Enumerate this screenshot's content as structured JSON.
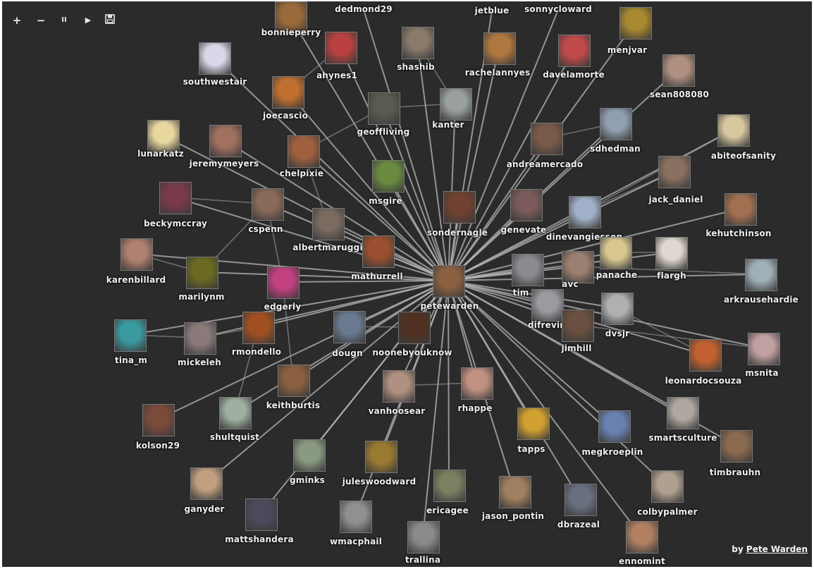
{
  "controls": [
    {
      "name": "zoom-in-button",
      "symbol": "+"
    },
    {
      "name": "zoom-out-button",
      "symbol": "−"
    },
    {
      "name": "pause-button",
      "symbol": "II"
    },
    {
      "name": "play-button",
      "symbol": "▶"
    },
    {
      "name": "save-button",
      "symbol": "save"
    }
  ],
  "credit": {
    "prefix": "by",
    "author": "Pete Warden"
  },
  "center": "petewarden",
  "nodes": [
    {
      "id": "bonnieperry",
      "label": "bonnieperry",
      "c": "#9a6a3a"
    },
    {
      "id": "dedmond29",
      "label": "dedmond29",
      "c": "#555"
    },
    {
      "id": "jetblue",
      "label": "jetblue",
      "c": "#3a5a8a"
    },
    {
      "id": "sonnycloward",
      "label": "sonnycloward",
      "c": "#666"
    },
    {
      "id": "menjvar",
      "label": "menjvar",
      "c": "#a88a30"
    },
    {
      "id": "ahynes1",
      "label": "ahynes1",
      "c": "#b84040"
    },
    {
      "id": "shashib",
      "label": "shashib",
      "c": "#8a7a6a"
    },
    {
      "id": "rachelannyes",
      "label": "rachelannyes",
      "c": "#b07840"
    },
    {
      "id": "davelamorte",
      "label": "davelamorte",
      "c": "#c04a4a"
    },
    {
      "id": "southwestair",
      "label": "southwestair",
      "c": "#d8d8e8"
    },
    {
      "id": "sean808080",
      "label": "sean808080",
      "c": "#b09080"
    },
    {
      "id": "joecascio",
      "label": "joecascio",
      "c": "#c07030"
    },
    {
      "id": "geoffliving",
      "label": "geoffliving",
      "c": "#5a5a50"
    },
    {
      "id": "kanter",
      "label": "kanter",
      "c": "#9aa0a0"
    },
    {
      "id": "lunarkatz",
      "label": "lunarkatz",
      "c": "#e8d8a0"
    },
    {
      "id": "jeremymeyers",
      "label": "jeremymeyers",
      "c": "#a07060"
    },
    {
      "id": "chelpixie",
      "label": "chelpixie",
      "c": "#a06040"
    },
    {
      "id": "sdhedman",
      "label": "sdhedman",
      "c": "#90a0b0"
    },
    {
      "id": "abiteofsanity",
      "label": "abiteofsanity",
      "c": "#d8c8a0"
    },
    {
      "id": "andreamercado",
      "label": "andreamercado",
      "c": "#7a5a4a"
    },
    {
      "id": "msgire",
      "label": "msgire",
      "c": "#6a8a40"
    },
    {
      "id": "jack_daniel",
      "label": "jack_daniel",
      "c": "#8a7060"
    },
    {
      "id": "beckymccray",
      "label": "beckymccray",
      "c": "#7a3a4a"
    },
    {
      "id": "cspenn",
      "label": "cspenn",
      "c": "#8a6a5a"
    },
    {
      "id": "sondernagle",
      "label": "sondernagle",
      "c": "#704030"
    },
    {
      "id": "genevate",
      "label": "genevate",
      "c": "#7a5a5a"
    },
    {
      "id": "dinevangiessen",
      "label": "dinevangiessen",
      "c": "#a0b0c8"
    },
    {
      "id": "kehutchinson",
      "label": "kehutchinson",
      "c": "#a07050"
    },
    {
      "id": "albertmaruggi",
      "label": "albertmaruggi",
      "c": "#7a6a60"
    },
    {
      "id": "mathurrell",
      "label": "mathurrell",
      "c": "#9a5030"
    },
    {
      "id": "panache",
      "label": "panache",
      "c": "#d8c890"
    },
    {
      "id": "flargh",
      "label": "flargh",
      "c": "#e0d8d0"
    },
    {
      "id": "karenbillard",
      "label": "karenbillard",
      "c": "#b08070"
    },
    {
      "id": "marilynm",
      "label": "marilynm",
      "c": "#6a6a20"
    },
    {
      "id": "edgerly",
      "label": "edgerly",
      "c": "#c04080"
    },
    {
      "id": "tim",
      "label": "tim",
      "c": "#8a8a90"
    },
    {
      "id": "avc",
      "label": "avc",
      "c": "#9a8070"
    },
    {
      "id": "arkrausehardie",
      "label": "arkrausehardie",
      "c": "#a0b0b8"
    },
    {
      "id": "tina_m",
      "label": "tina_m",
      "c": "#3a9aa0"
    },
    {
      "id": "mickeleh",
      "label": "mickeleh",
      "c": "#8a7a7a"
    },
    {
      "id": "rmondello",
      "label": "rmondello",
      "c": "#a05020"
    },
    {
      "id": "dougn",
      "label": "dougn",
      "c": "#6a7a90"
    },
    {
      "id": "noonebyouknow",
      "label": "noonebyouknow",
      "c": "#503020"
    },
    {
      "id": "difrevin",
      "label": "difrevin",
      "c": "#9a9aa0"
    },
    {
      "id": "jimhill",
      "label": "jimhill",
      "c": "#6a5040"
    },
    {
      "id": "dvsjr",
      "label": "dvsjr",
      "c": "#b0b0b0"
    },
    {
      "id": "msnita",
      "label": "msnita",
      "c": "#c0a0a0"
    },
    {
      "id": "leonardocsouza",
      "label": "leonardocsouza",
      "c": "#c06030"
    },
    {
      "id": "keithburtis",
      "label": "keithburtis",
      "c": "#8a6040"
    },
    {
      "id": "vanhoosear",
      "label": "vanhoosear",
      "c": "#b09080"
    },
    {
      "id": "rhappe",
      "label": "rhappe",
      "c": "#c09080"
    },
    {
      "id": "kolson29",
      "label": "kolson29",
      "c": "#7a4a3a"
    },
    {
      "id": "shultquist",
      "label": "shultquist",
      "c": "#a0b0a0"
    },
    {
      "id": "tapps",
      "label": "tapps",
      "c": "#d0a030"
    },
    {
      "id": "megkroeplin",
      "label": "megkroeplin",
      "c": "#6a80b0"
    },
    {
      "id": "smartsculture",
      "label": "smartsculture",
      "c": "#b0a8a0"
    },
    {
      "id": "timbrauhn",
      "label": "timbrauhn",
      "c": "#8a6a50"
    },
    {
      "id": "gminks",
      "label": "gminks",
      "c": "#8a9a80"
    },
    {
      "id": "juleswoodward",
      "label": "juleswoodward",
      "c": "#9a7a30"
    },
    {
      "id": "ganyder",
      "label": "ganyder",
      "c": "#c0a080"
    },
    {
      "id": "ericagee",
      "label": "ericagee",
      "c": "#7a8060"
    },
    {
      "id": "jason_pontin",
      "label": "jason_pontin",
      "c": "#a08060"
    },
    {
      "id": "colbypalmer",
      "label": "colbypalmer",
      "c": "#b0a090"
    },
    {
      "id": "dbrazeal",
      "label": "dbrazeal",
      "c": "#6a7080"
    },
    {
      "id": "mattshandera",
      "label": "mattshandera",
      "c": "#4a4a5a"
    },
    {
      "id": "wmacphail",
      "label": "wmacphail",
      "c": "#909090"
    },
    {
      "id": "trallina",
      "label": "trallina",
      "c": "#8a8a8a"
    },
    {
      "id": "ennomint",
      "label": "ennomint",
      "c": "#b08060"
    }
  ]
}
